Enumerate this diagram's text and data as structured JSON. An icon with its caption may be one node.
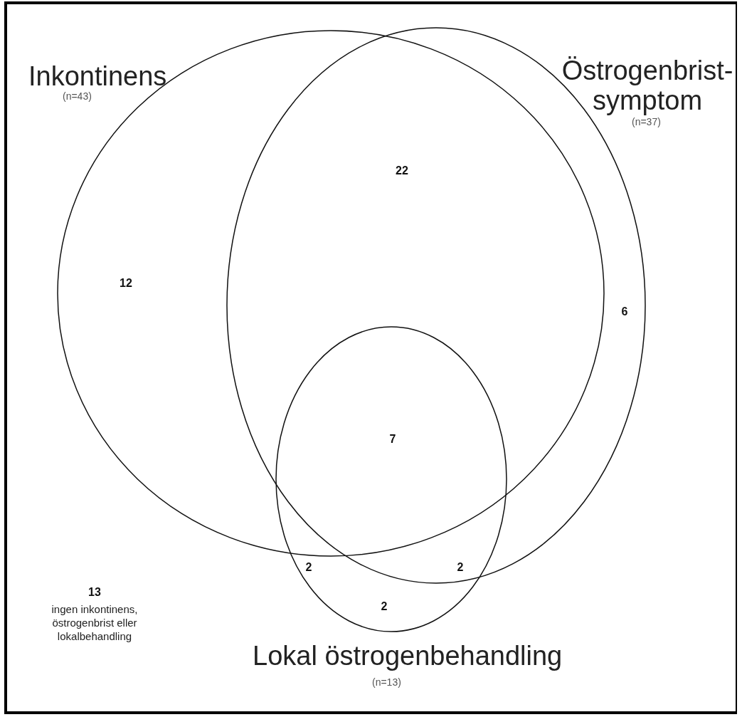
{
  "diagram": {
    "nodes": [
      {
        "text": [
          "Inkontinens",
          "(n=43)"
        ]
      },
      {
        "text": [
          "Östrogenbrist- symptom",
          "(n=37)"
        ]
      },
      {
        "text": [
          "Lokal östrogenbehandling",
          "(n=13)"
        ]
      }
    ],
    "edges": [],
    "labels": [
      "22",
      "12",
      "6",
      "7",
      "2",
      "2",
      "2",
      "13",
      "ingen inkontinens, östrogenbrist eller lokalbehandling"
    ]
  }
}
